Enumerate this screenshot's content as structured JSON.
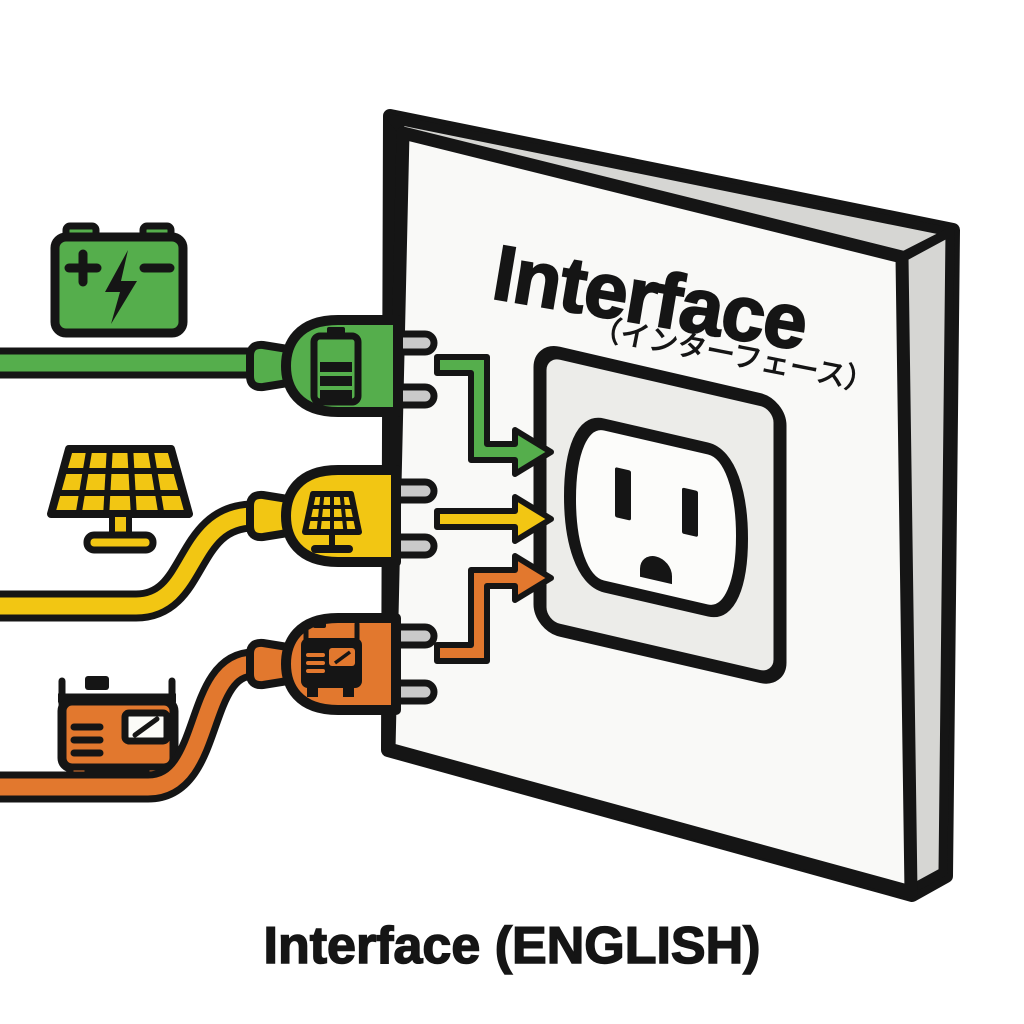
{
  "background_color": "#FFFFFF",
  "panel": {
    "title": "Interface",
    "title_furigana": "（インターフェース）",
    "face_color": "#F9F9F7",
    "depth_color": "#D6D6D3",
    "outline_color": "#151515",
    "outlet": {
      "plate_color": "#ECECE9",
      "face_color": "#FCFCFA",
      "slot_count": 2,
      "has_ground_hole": true
    }
  },
  "caption": "Interface (ENGLISH)",
  "sources": [
    {
      "name": "car-battery",
      "color": "#55AE4C",
      "icon": "battery-icon",
      "plug_icon": "battery-level-icon"
    },
    {
      "name": "solar-panel",
      "color": "#F2C613",
      "icon": "solar-panel-icon",
      "plug_icon": "solar-panel-icon"
    },
    {
      "name": "generator",
      "color": "#E2782E",
      "icon": "generator-icon",
      "plug_icon": "generator-icon"
    }
  ],
  "arrows": [
    {
      "name": "battery-flow-arrow",
      "color": "#55AE4C"
    },
    {
      "name": "solar-flow-arrow",
      "color": "#F2C613"
    },
    {
      "name": "generator-flow-arrow",
      "color": "#E2782E"
    }
  ],
  "prong_color": "#C9C9C9"
}
